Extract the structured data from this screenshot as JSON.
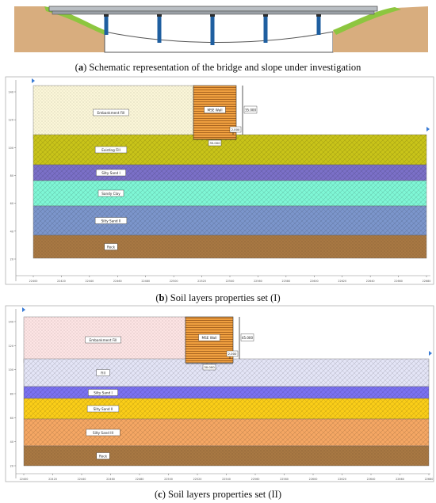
{
  "captions": {
    "a": {
      "letter": "a",
      "text": "Schematic representation of the bridge and slope under investigation"
    },
    "b": {
      "letter": "b",
      "text": "Soil layers properties set (I)"
    },
    "c": {
      "letter": "c",
      "text": "Soil layers properties set (II)"
    }
  },
  "colors": {
    "sky": "#ffffff",
    "slope_soil": "#d8ad7e",
    "slope_grass": "#8dc63f",
    "deck": "#b9bec3",
    "pier": "#1f5fa0",
    "wall_timber": "#f0a040"
  },
  "panel_b": {
    "wall_label": "MSE Wall",
    "dims": [
      "35.000",
      "2.000",
      "35.000"
    ],
    "layers": [
      {
        "label": "Embankment Fill",
        "color": "#fbf6d8"
      },
      {
        "label": "Existing Fill",
        "color": "#c9c419"
      },
      {
        "label": "Silty Sand I",
        "color": "#7b70c8"
      },
      {
        "label": "Sandy Clay",
        "color": "#7ff7d6"
      },
      {
        "label": "Silty Sand II",
        "color": "#7c96cc"
      },
      {
        "label": "Rock",
        "color": "#a87843"
      }
    ],
    "y_ticks": [
      "140",
      "120",
      "100",
      "80",
      "60",
      "40",
      "20"
    ],
    "x_ticks": [
      "22400",
      "22420",
      "22440",
      "22460",
      "22480",
      "22500",
      "22520",
      "22540",
      "22560",
      "22580",
      "22600",
      "22620",
      "22640",
      "22660",
      "22680"
    ]
  },
  "panel_c": {
    "wall_label": "MSE Wall",
    "dims": [
      "45.000",
      "2.000",
      "30.000"
    ],
    "layers": [
      {
        "label": "Embankment Fill",
        "color": "#fde4e4"
      },
      {
        "label": "Fill",
        "color": "#e4e5f7"
      },
      {
        "label": "Silty Sand I",
        "color": "#7b72f2"
      },
      {
        "label": "Silty Sand II",
        "color": "#fbce18"
      },
      {
        "label": "Silty Sand III",
        "color": "#f5a764"
      },
      {
        "label": "Rock",
        "color": "#a87843"
      }
    ],
    "y_ticks": [
      "140",
      "120",
      "100",
      "80",
      "60",
      "40",
      "20"
    ],
    "x_ticks": [
      "22400",
      "22420",
      "22440",
      "22460",
      "22480",
      "22500",
      "22520",
      "22540",
      "22560",
      "22580",
      "22600",
      "22620",
      "22640",
      "22660",
      "22680"
    ]
  }
}
